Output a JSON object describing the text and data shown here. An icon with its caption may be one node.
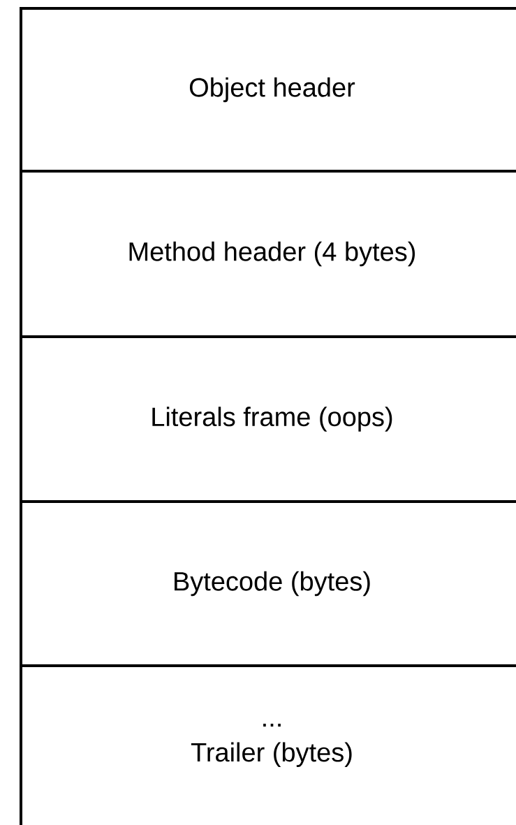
{
  "diagram": {
    "nodes": [
      {
        "text": [
          "Object header"
        ]
      },
      {
        "text": [
          "Method header (4 bytes)"
        ]
      },
      {
        "text": [
          "Literals frame (oops)"
        ]
      },
      {
        "text": [
          "Bytecode (bytes)"
        ]
      },
      {
        "text": [
          "...",
          "Trailer (bytes)"
        ]
      }
    ]
  }
}
